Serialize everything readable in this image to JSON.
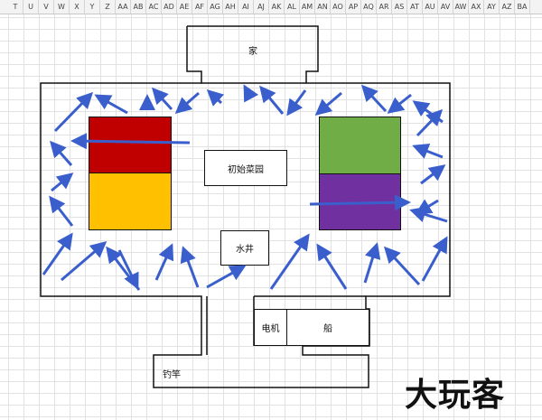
{
  "sheet": {
    "columns": [
      "T",
      "U",
      "V",
      "W",
      "X",
      "Y",
      "Z",
      "AA",
      "AB",
      "AC",
      "AD",
      "AE",
      "AF",
      "AG",
      "AH",
      "AI",
      "AJ",
      "AK",
      "AL",
      "AM",
      "AN",
      "AO",
      "AP",
      "AQ",
      "AR",
      "AS",
      "AT",
      "AU",
      "AV",
      "AW",
      "AX",
      "AY",
      "AZ",
      "BA"
    ]
  },
  "labels": {
    "home": "家",
    "garden": "初始菜园",
    "well": "水井",
    "motor": "电机",
    "boat": "船",
    "rod": "钓竿"
  },
  "plots": {
    "red": "#c00000",
    "yellow": "#ffc000",
    "green": "#70ad47",
    "purple": "#7030a0"
  },
  "arrow_color": "#3a5fcd",
  "watermark": "大玩客"
}
